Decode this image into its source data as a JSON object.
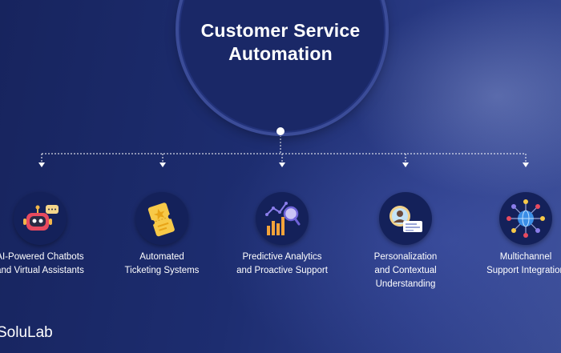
{
  "hub": {
    "title": "Customer Service\nAutomation"
  },
  "nodes": [
    {
      "label": "AI-Powered Chatbots\nand Virtual Assistants",
      "icon": "robot-chatbot-icon"
    },
    {
      "label": "Automated\nTicketing Systems",
      "icon": "ticket-icon"
    },
    {
      "label": "Predictive Analytics\nand Proactive Support",
      "icon": "analytics-chart-icon"
    },
    {
      "label": "Personalization\nand Contextual\nUnderstanding",
      "icon": "user-profile-icon"
    },
    {
      "label": "Multichannel\nSupport Integration",
      "icon": "network-globe-icon"
    }
  ],
  "brand": {
    "name": "SoluLab"
  },
  "colors": {
    "background": "#1b2a6b",
    "hub": "#1a2867",
    "node": "#14215a",
    "text": "#ffffff"
  }
}
